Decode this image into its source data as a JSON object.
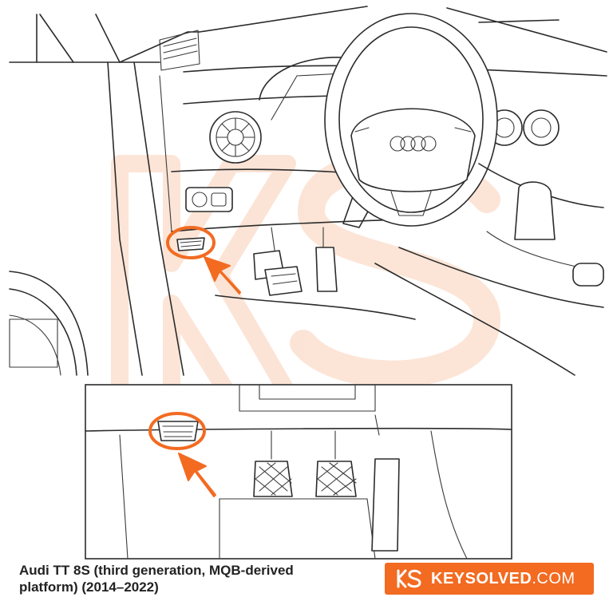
{
  "caption": {
    "line1": "Audi TT 8S (third generation, MQB-derived",
    "line2": "platform) (2014–2022)"
  },
  "brand": {
    "name": "KEYSOLVED",
    "tld": ".COM",
    "logo_icon": "ks-monogram-icon",
    "color": "#f26b21"
  },
  "diagram": {
    "highlight_color": "#f26b21",
    "watermark_icon": "ks-watermark-icon",
    "callouts": [
      "obd-port-overview",
      "obd-port-detail"
    ]
  }
}
